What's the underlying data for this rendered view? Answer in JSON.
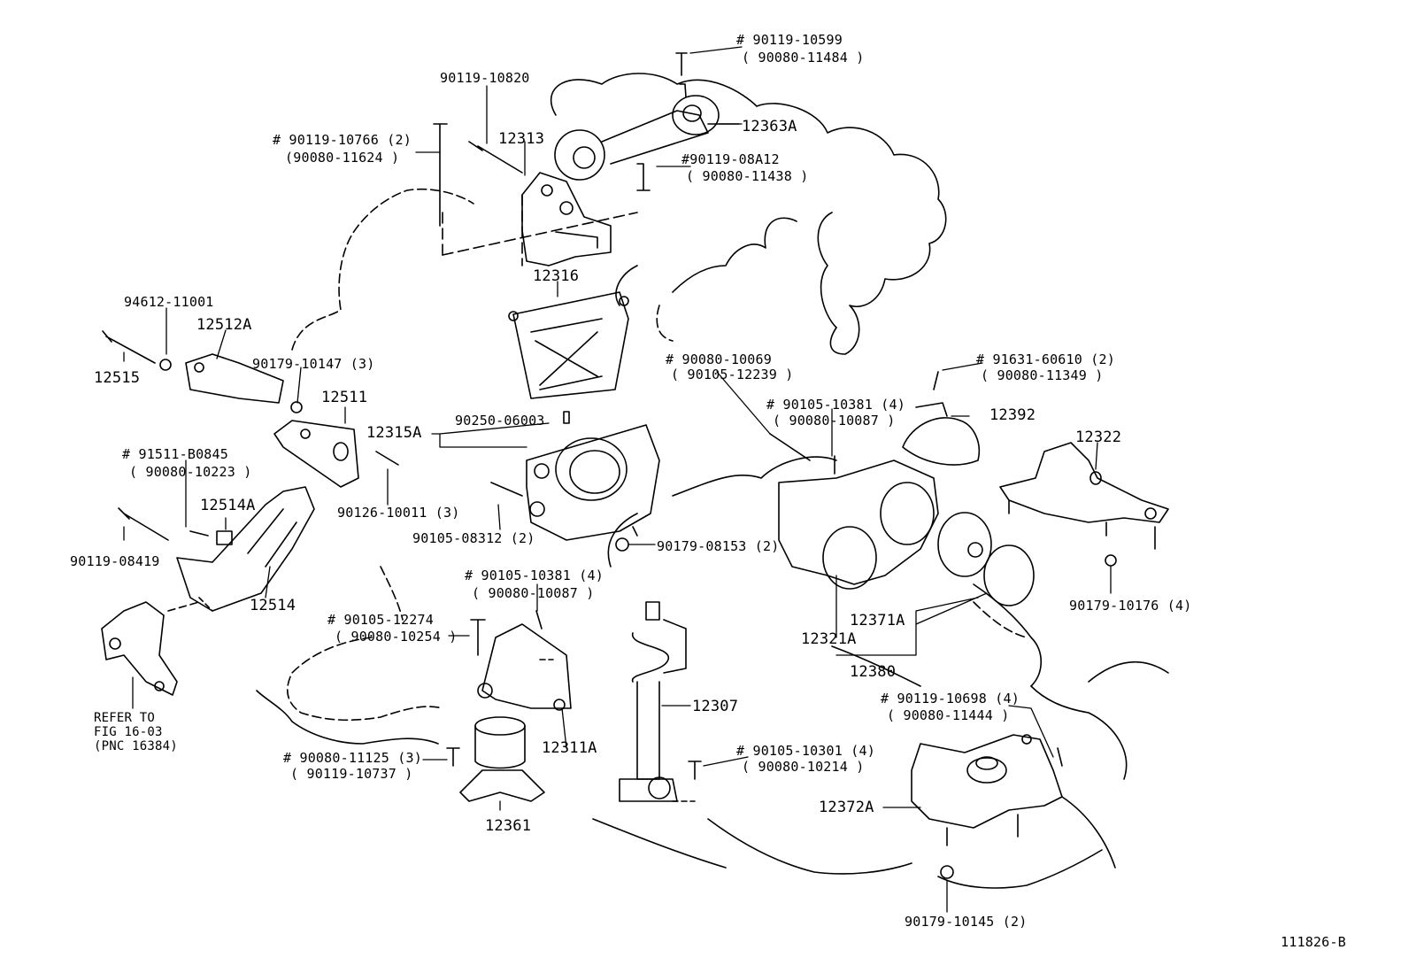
{
  "diagram_id": "111826-B",
  "refer_note": {
    "line1": "REFER TO",
    "line2": "FIG 16-03",
    "line3": "(PNC 16384)"
  },
  "labels": {
    "p90119_10599": "# 90119-10599",
    "p90080_11484": "( 90080-11484 )",
    "p90119_10820": "90119-10820",
    "p12363A": "12363A",
    "p12313": "12313",
    "p90119_10766": "# 90119-10766 (2)",
    "p90080_11624": "(90080-11624 )",
    "p90119_08A12": "#90119-08A12",
    "p90080_11438": "( 90080-11438 )",
    "p12316": "12316",
    "p94612_11001": "94612-11001",
    "p12512A": "12512A",
    "p12515": "12515",
    "p90179_10147": "90179-10147 (3)",
    "p12511": "12511",
    "p90080_10069": "# 90080-10069",
    "p90105_12239": "( 90105-12239 )",
    "p91631_60610": "# 91631-60610 (2)",
    "p90080_11349": "( 90080-11349 )",
    "p90105_10381_top": "# 90105-10381 (4)",
    "p90080_10087_top": "( 90080-10087 )",
    "p12392": "12392",
    "p12322": "12322",
    "p12315A": "12315A",
    "p90250_06003": "90250-06003",
    "p91511_B0845": "# 91511-B0845",
    "p90080_10223": "( 90080-10223 )",
    "p12514A": "12514A",
    "p90126_10011": "90126-10011 (3)",
    "p90105_08312": "90105-08312 (2)",
    "p90179_08153": "90179-08153 (2)",
    "p90119_08419": "90119-08419",
    "p12514": "12514",
    "p90105_10381_mid": "# 90105-10381 (4)",
    "p90080_10087_mid": "( 90080-10087 )",
    "p90179_10176": "90179-10176 (4)",
    "p12371A": "12371A",
    "p12321A": "12321A",
    "p12380": "12380",
    "p90105_12274": "# 90105-12274",
    "p90080_10254": "( 90080-10254 )",
    "p12307": "12307",
    "p90119_10698": "# 90119-10698 (4)",
    "p90080_11444": "( 90080-11444 )",
    "p12311A": "12311A",
    "p90105_10301": "# 90105-10301 (4)",
    "p90080_10214": "( 90080-10214 )",
    "p90080_11125": "# 90080-11125 (3)",
    "p90119_10737": "( 90119-10737 )",
    "p12372A": "12372A",
    "p12361": "12361",
    "p90179_10145": "90179-10145 (2)"
  }
}
